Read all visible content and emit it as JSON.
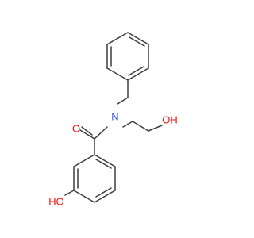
{
  "molecule": {
    "atoms": {
      "o_carbonyl": {
        "symbol": "O",
        "color": "#ff0d0d"
      },
      "n_amide": {
        "symbol": "N",
        "color": "#3050f8"
      },
      "o_hydroxyl_chain": {
        "symbol": "OH",
        "color": "#ff0d0d"
      },
      "o_hydroxyl_ring": {
        "symbol": "HO",
        "color": "#ff0d0d"
      }
    },
    "bond_color": "#3d3d3d"
  }
}
